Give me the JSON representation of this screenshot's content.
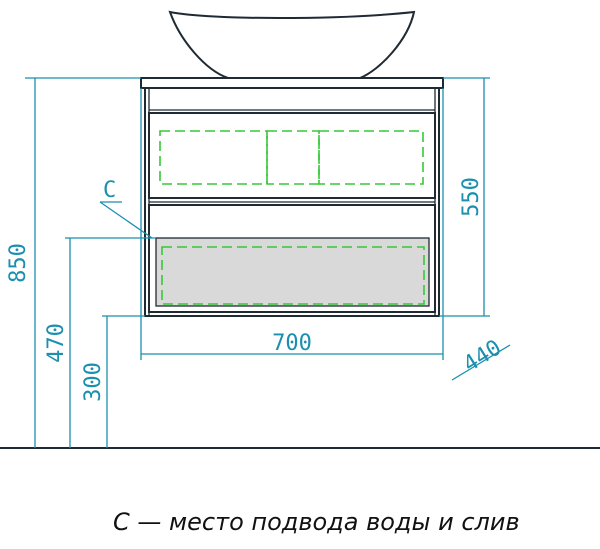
{
  "dimensions": {
    "height_total": "850",
    "height_body": "550",
    "height_drain": "470",
    "height_legs": "300",
    "width": "700",
    "depth": "440"
  },
  "callout": {
    "letter": "C"
  },
  "legend": {
    "text": "С — место подвода воды и слив"
  },
  "colors": {
    "dimension": "#1a8fae",
    "outline": "#1f2a33",
    "hidden_lines": "#37c837",
    "panel_fill": "#d9d9d9"
  }
}
